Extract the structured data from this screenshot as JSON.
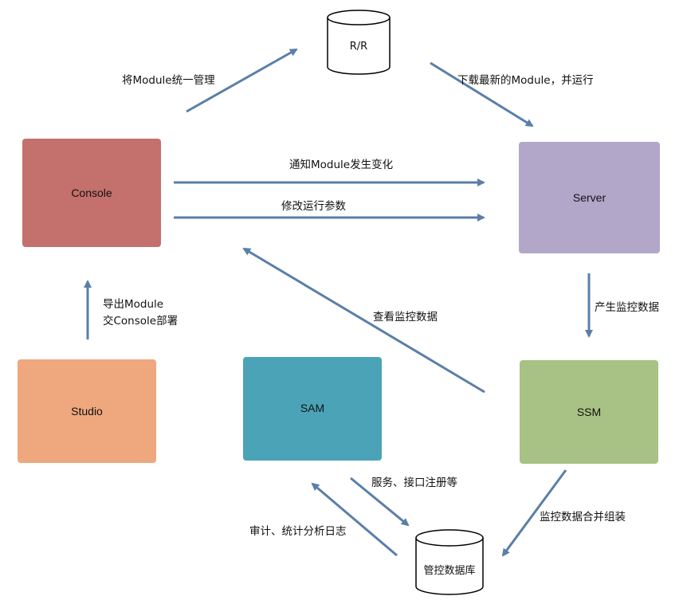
{
  "nodes": {
    "console": "Console",
    "server": "Server",
    "studio": "Studio",
    "sam": "SAM",
    "ssm": "SSM",
    "repository": "R/R",
    "mgmt_db": "管控数据库"
  },
  "edges": {
    "console_to_rr": "将Module统一管理",
    "rr_to_server": "下载最新的Module，并运行",
    "console_to_server_notify": "通知Module发生变化",
    "console_to_server_params": "修改运行参数",
    "studio_to_console_line1": "导出Module",
    "studio_to_console_line2": "交Console部署",
    "server_to_ssm": "产生监控数据",
    "ssm_to_console": "查看监控数据",
    "sam_to_db": "服务、接口注册等",
    "db_to_sam": "审计、统计分析日志",
    "ssm_to_db": "监控数据合并组装"
  },
  "colors": {
    "console": "#c4706c",
    "server": "#b2a7c9",
    "studio": "#efa87e",
    "sam": "#4ba3b8",
    "ssm": "#a8c184",
    "arrow": "#5a7fa8"
  }
}
